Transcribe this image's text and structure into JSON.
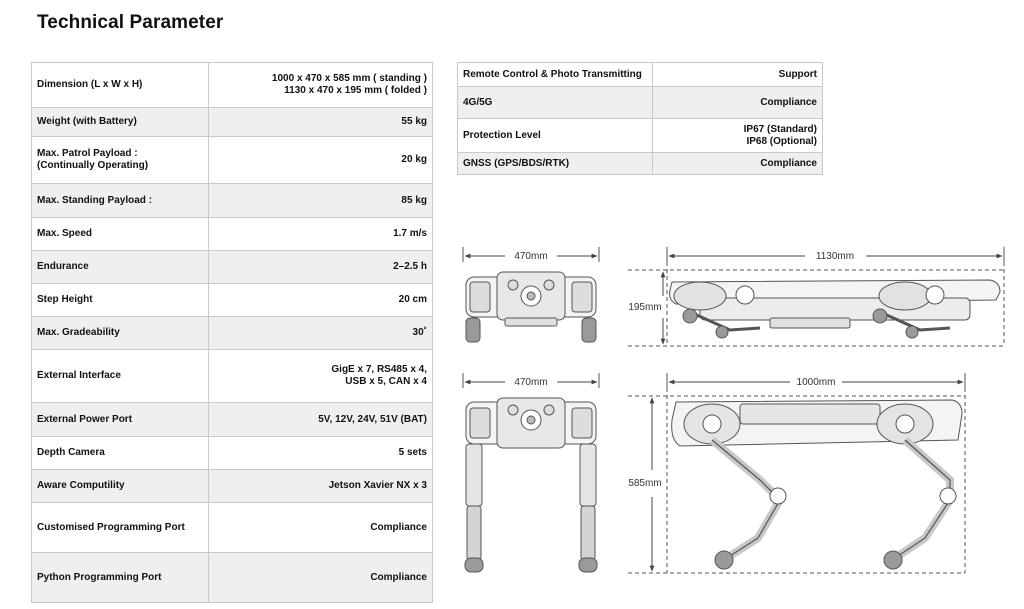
{
  "page": {
    "title": "Technical Parameter"
  },
  "left_table": [
    {
      "key": "Dimension (L x W x H)",
      "value": "1000 x 470 x 585 mm ( standing )\n1130 x 470 x 195 mm ( folded )"
    },
    {
      "key": "Weight (with Battery)",
      "value": "55 kg"
    },
    {
      "key": "Max. Patrol Payload :\n(Continually Operating)",
      "value": "20 kg"
    },
    {
      "key": "Max. Standing Payload :",
      "value": "85 kg"
    },
    {
      "key": "Max. Speed",
      "value": "1.7 m/s"
    },
    {
      "key": "Endurance",
      "value": "2–2.5 h"
    },
    {
      "key": "Step Height",
      "value": "20 cm"
    },
    {
      "key": "Max. Gradeability",
      "value": "30˚"
    },
    {
      "key": "External Interface",
      "value": "GigE x 7, RS485 x 4,\nUSB x 5, CAN x 4"
    },
    {
      "key": "External Power Port",
      "value": "5V, 12V, 24V, 51V (BAT)"
    },
    {
      "key": "Depth Camera",
      "value": "5 sets"
    },
    {
      "key": "Aware Computility",
      "value": "Jetson Xavier NX x 3"
    },
    {
      "key": "Customised Programming Port",
      "value": "Compliance"
    },
    {
      "key": "Python Programming Port",
      "value": "Compliance"
    }
  ],
  "right_table": [
    {
      "key": "Remote Control & Photo Transmitting",
      "value": "Support"
    },
    {
      "key": "4G/5G",
      "value": "Compliance"
    },
    {
      "key": "Protection Level",
      "value": "IP67 (Standard)\nIP68 (Optional)"
    },
    {
      "key": "GNSS (GPS/BDS/RTK)",
      "value": "Compliance"
    }
  ],
  "dimensions": {
    "folded_front_width": "470mm",
    "folded_side_length": "1130mm",
    "folded_side_height": "195mm",
    "standing_front_width": "470mm",
    "standing_side_length": "1000mm",
    "standing_side_height": "585mm"
  },
  "colors": {
    "row_alt": "#efefef",
    "border": "#c9c9c9",
    "robot_line": "#555555"
  }
}
